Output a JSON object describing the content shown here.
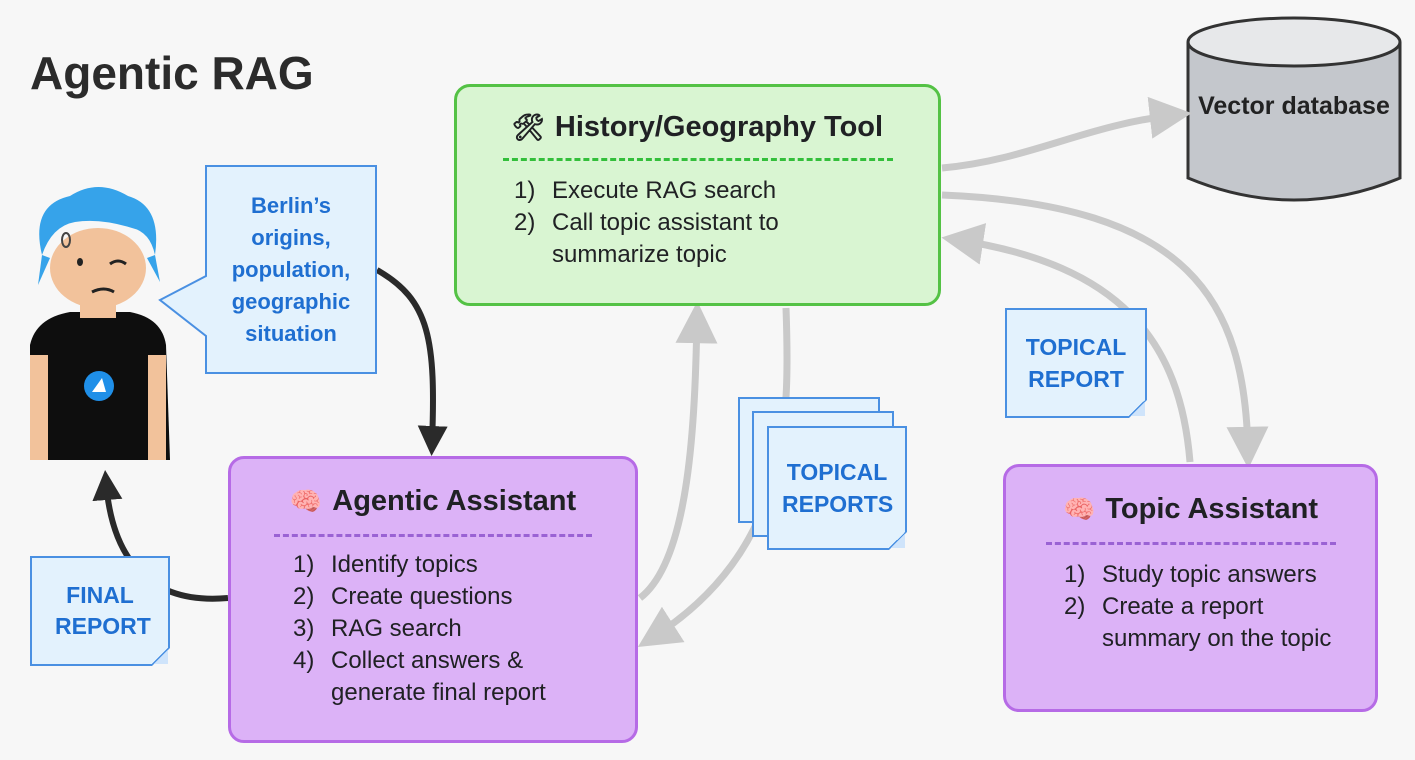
{
  "title": "Agentic RAG",
  "history_tool": {
    "icon": "hammer-wrench-icon",
    "icon_glyph": "🛠",
    "title": "History/Geography Tool",
    "steps": [
      {
        "num": "1)",
        "text": "Execute RAG search"
      },
      {
        "num": "2)",
        "text": "Call topic assistant to summarize topic"
      }
    ]
  },
  "agentic_assistant": {
    "icon": "brain-icon",
    "icon_glyph": "🧠",
    "title": "Agentic Assistant",
    "steps": [
      {
        "num": "1)",
        "text": "Identify topics"
      },
      {
        "num": "2)",
        "text": "Create questions"
      },
      {
        "num": "3)",
        "text": "RAG search"
      },
      {
        "num": "4)",
        "text": "Collect answers & generate final report"
      }
    ]
  },
  "topic_assistant": {
    "icon": "brain-icon",
    "icon_glyph": "🧠",
    "title": "Topic Assistant",
    "steps": [
      {
        "num": "1)",
        "text": "Study topic answers"
      },
      {
        "num": "2)",
        "text": "Create a report summary on the topic"
      }
    ]
  },
  "vector_db": {
    "label": "Vector database"
  },
  "speech_bubble": {
    "text": "Berlin’s origins, population, geographic situation"
  },
  "notes": {
    "final_report": "FINAL REPORT",
    "topical_reports": "TOPICAL REPORTS",
    "topical_report": "TOPICAL REPORT"
  },
  "colors": {
    "green_fill": "#d9f5d2",
    "green_border": "#54c245",
    "purple_fill": "#dcb2f7",
    "purple_border": "#b66be6",
    "note_text": "#1f6fd1",
    "arrow_gray": "#c9c9c9",
    "arrow_dark": "#2a2a2a"
  }
}
